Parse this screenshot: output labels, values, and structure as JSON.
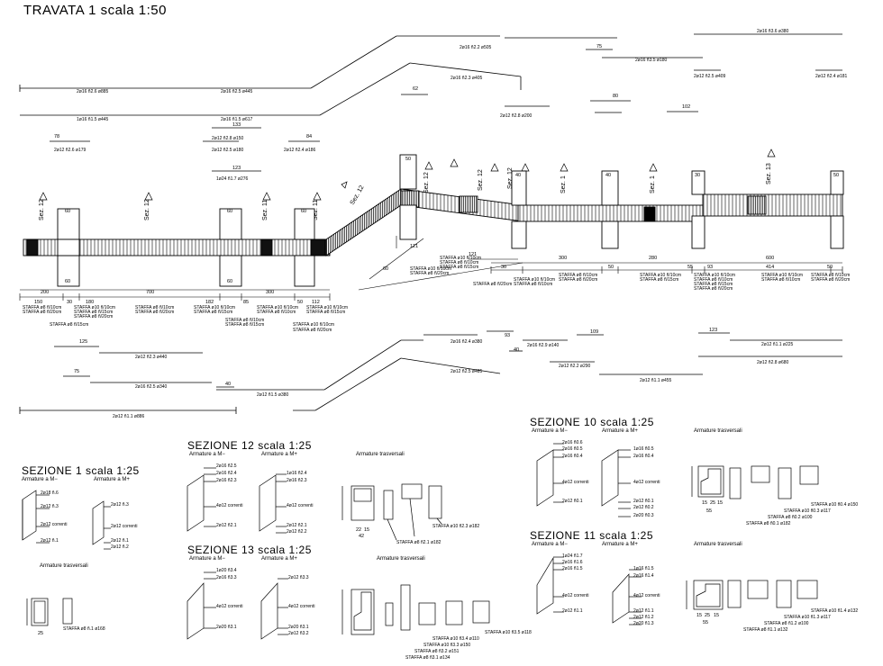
{
  "drawing": {
    "title": "TRAVATA 1   scala 1:50"
  },
  "sections": {
    "s1": {
      "title": "SEZIONE 1   scala 1:25",
      "sub_minus": "Armature a M−",
      "sub_plus": "Armature a M+",
      "transv": "Armature trasversali"
    },
    "s12": {
      "title": "SEZIONE 12   scala 1:25",
      "sub_minus": "Armature a M−",
      "sub_plus": "Armature a M+",
      "transv": "Armature trasversali"
    },
    "s13": {
      "title": "SEZIONE 13   scala 1:25",
      "sub_minus": "Armature a M−",
      "sub_plus": "Armature a M+",
      "transv": "Armature trasversali"
    },
    "s10": {
      "title": "SEZIONE 10   scala 1:25",
      "sub_minus": "Armature a M−",
      "sub_plus": "Armature a M+",
      "transv": "Armature trasversali"
    },
    "s11": {
      "title": "SEZIONE 11   scala 1:25",
      "sub_minus": "Armature a M−",
      "sub_plus": "Armature a M+",
      "transv": "Armature trasversali"
    }
  },
  "section_marks": [
    "Sez. 12",
    "Sez. 12",
    "Sez. 11",
    "Sez. 11",
    "Sez. 12",
    "Sez. 12",
    "Sez. 12",
    "Sez. 12",
    "Sez. 1",
    "Sez. 1",
    "Sez. 13"
  ],
  "beam": {
    "column_labels": [
      "60",
      "60",
      "60",
      "50",
      "40",
      "40",
      "30",
      "50"
    ],
    "span_dims": [
      "200",
      "700",
      "300",
      "121",
      "121",
      "300",
      "280",
      "600"
    ],
    "sub_dims": [
      "150",
      "30",
      "180",
      "182",
      "85",
      "50",
      "112",
      "60",
      "30",
      "50",
      "55",
      "93",
      "414",
      "50"
    ]
  },
  "top_bars": [
    "2ø16 ñ2.6 ø885",
    "2ø16 ñ2.5 ø445",
    "2ø16 ñ2.2 ø505",
    "2ø16 ñ2.3 ø405",
    "2ø12 ñ2.5 ø409",
    "2ø12 ñ2.4 ø181",
    "2ø12 ñ2.4 ø186",
    "1ø16 ñ1.5 ø445",
    "2ø16 ñ1.5 ø617",
    "2ø16 ñ3.6 ø380",
    "2ø16 ñ3.5 ø180",
    "2ø12 ñ2.8 ø150",
    "2ø12 ñ2.5 ø180",
    "1ø24 ñ1.7 ø276",
    "2ø12 ñ2.6 ø179",
    "2ø12 ñ2.8 ø200"
  ],
  "bottom_bars": [
    "2ø12 ñ2.3 ø440",
    "2ø16 ñ2.5 ø340",
    "2ø12 ñ1.1 ø886",
    "2ø12 ñ1.5 ø380",
    "2ø16 ñ2.4 ø380",
    "2ø12 ñ2.5 ø485",
    "2ø12 ñ2.8 ø680",
    "2ø12 ñ1.1 ø455",
    "2ø16 ñ2.9 ø140",
    "2ø12 ñ2.2 ø290",
    "2ø12 ñ1.1 ø225"
  ],
  "stirrups": [
    "STAFFA ø8 ñ/10cm",
    "STAFFA ø10 ñ/10cm",
    "STAFFA ø8 ñ/15cm",
    "STAFFA ø8 ñ/20cm"
  ],
  "s1_bars": [
    "2ø18 ñ.6",
    "2ø12 ñ.3",
    "2ø12 correnti",
    "2ø12 ñ.1",
    "2ø12 ñ.1",
    "2ø12 ñ.2",
    "STAFFA ø8 ñ.1 ø168"
  ],
  "s12_bars": [
    "2ø16 ñ2.5",
    "2ø16 ñ2.4",
    "2ø16 ñ2.3",
    "4ø12 correnti",
    "2ø12 ñ2.1",
    "1ø16 ñ2.4",
    "2ø16 ñ2.3",
    "4ø12 correnti",
    "2ø12 ñ2.1",
    "2ø12 ñ2.2",
    "STAFFA ø10 ñ2.3 ø182",
    "STAFFA ø8 ñ2.1 ø182"
  ],
  "s13_bars": [
    "1ø20 ñ3.4",
    "2ø16 ñ3.3",
    "4ø12 correnti",
    "2ø20 ñ3.1",
    "2ø12 ñ3.3",
    "2ø20 ñ3.1",
    "2ø12 ñ3.2",
    "STAFFA ø10 ñ3.5 ø118",
    "STAFFA ø10 ñ3.3 ø150",
    "STAFFA ø8 ñ3.2 ø151",
    "STAFFA ø8 ñ3.1 ø134",
    "STAFFA ø10 ñ3.4 ø110"
  ],
  "s10_bars": [
    "2ø16 ñ0.6",
    "2ø16 ñ0.5",
    "2ø16 ñ0.4",
    "4ø12 correnti",
    "2ø12 ñ0.1",
    "1ø16 ñ0.5",
    "2ø16 ñ0.4",
    "4ø12 correnti",
    "2ø12 ñ0.1",
    "2ø12 ñ0.2",
    "2ø20 ñ0.3",
    "STAFFA ø10 ñ0.4 ø150",
    "STAFFA ø10 ñ0.3 ø117",
    "STAFFA ø8 ñ0.2 ø100",
    "STAFFA ø8 ñ0.1 ø182"
  ],
  "s11_bars": [
    "1ø24 ñ1.7",
    "2ø16 ñ1.6",
    "2ø16 ñ1.5",
    "4ø12 correnti",
    "2ø12 ñ1.1",
    "1ø16 ñ1.5",
    "2ø16 ñ1.4",
    "4ø12 correnti",
    "2ø12 ñ1.1",
    "2ø12 ñ1.2",
    "2ø20 ñ1.3",
    "STAFFA ø10 ñ1.4 ø132",
    "STAFFA ø10 ñ1.3 ø117",
    "STAFFA ø8 ñ1.2 ø100",
    "STAFFA ø8 ñ1.1 ø132"
  ]
}
